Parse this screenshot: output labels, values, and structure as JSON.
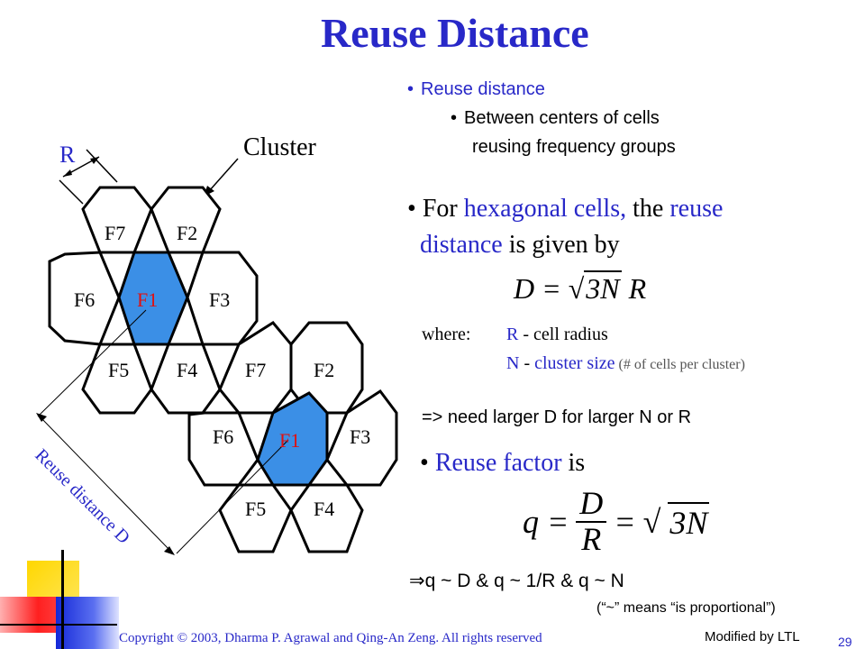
{
  "slide": {
    "title": "Reuse Distance",
    "page_number": "29",
    "copyright": "Copyright © 2003, Dharma P. Agrawal and Qing-An Zeng. All rights reserved",
    "modified_by": "Modified by LTL"
  },
  "bullets": {
    "b1": "Reuse distance",
    "b1_sub_line1": "Between centers of cells",
    "b1_sub_line2": "reusing frequency groups",
    "b2_for": "For",
    "b2_hexagonal_cells": "hexagonal cells,",
    "b2_the": "the",
    "b2_reuse": "reuse",
    "b2_distance": "distance",
    "b2_is_given_by": "is given by",
    "where_label": "where:",
    "where_r_sym": "R",
    "where_r_text": " - cell radius",
    "where_n_sym": "N",
    "where_n_dash": " - ",
    "where_n_text": "cluster size",
    "where_n_note": " (# of cells per cluster)",
    "need_larger": "=> need larger D for larger N or R",
    "reuse_factor": "Reuse factor",
    "reuse_factor_is": "is",
    "proportional_line": "q ~ D & q ~ 1/R & q ~ N",
    "proportional_note": "(“~” means “is proportional”)"
  },
  "diagram": {
    "r_label": "R",
    "cluster_label": "Cluster",
    "reuse_distance_label": "Reuse distance D",
    "cluster1_cells": [
      "F7",
      "F2",
      "F6",
      "F1",
      "F3",
      "F5",
      "F4"
    ],
    "cluster2_cells": [
      "F7",
      "F2",
      "F6",
      "F1",
      "F3",
      "F5",
      "F4"
    ]
  },
  "colors": {
    "title": "#2828c8",
    "accent_text": "#2828c8",
    "f1_cell_fill": "#3b8fe6",
    "f1_label": "#e01010",
    "deco_yellow": "#ffd700",
    "deco_red": "#ff2020",
    "deco_blue": "#1428d8"
  }
}
